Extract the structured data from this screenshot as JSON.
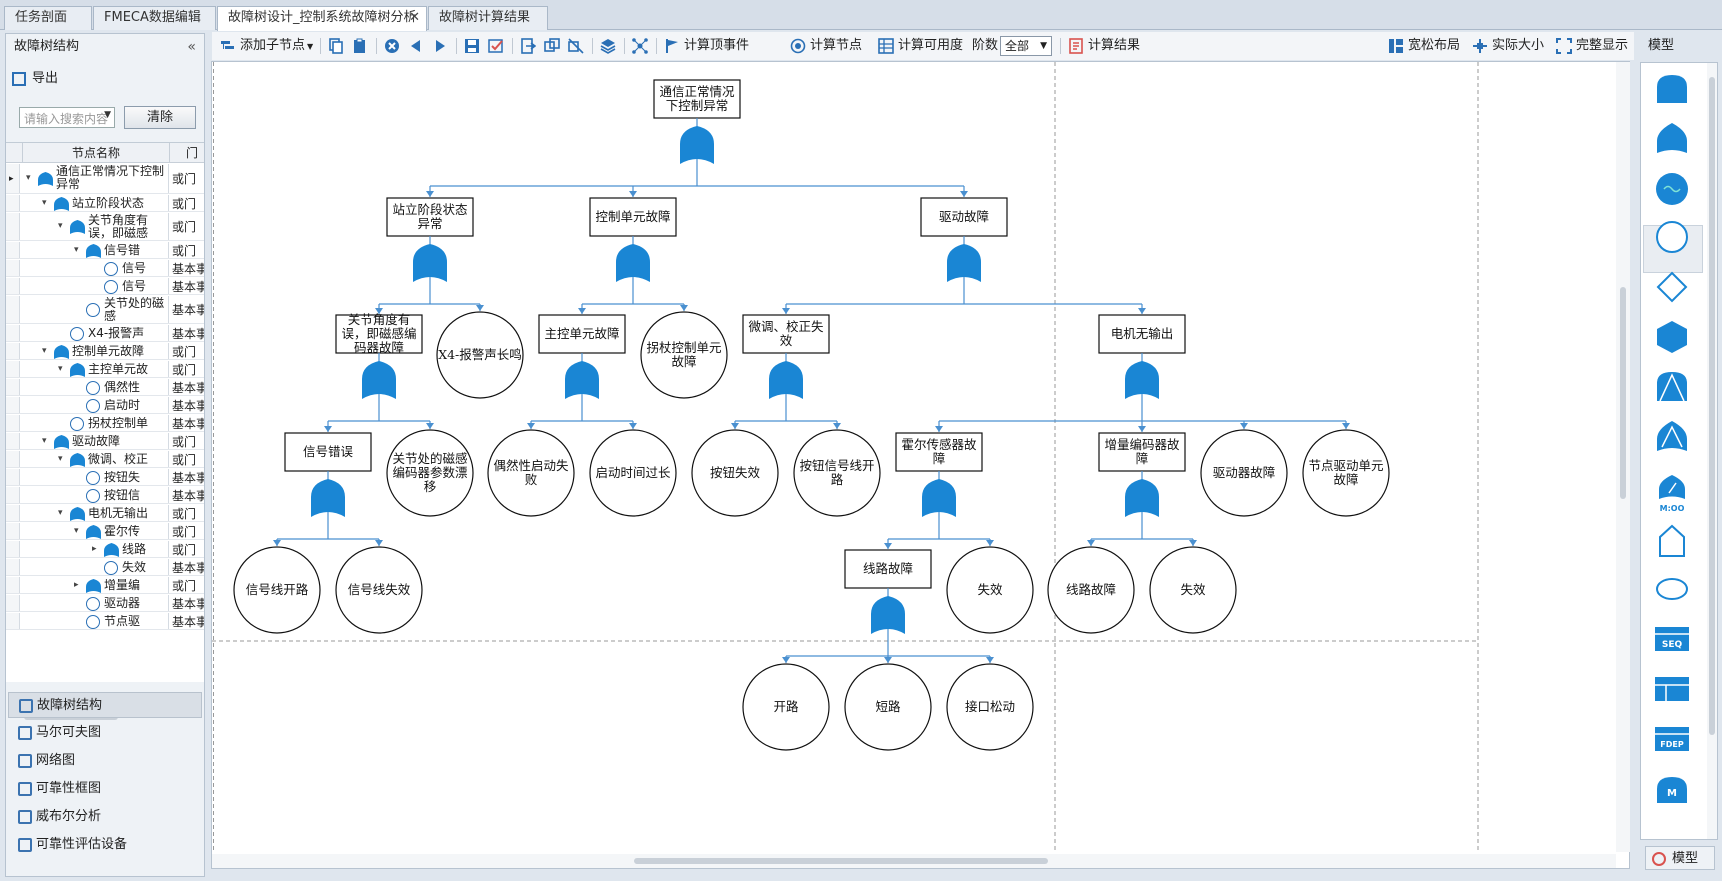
{
  "tabs": [
    {
      "label": "任务剖面",
      "active": false
    },
    {
      "label": "FMECA数据编辑",
      "active": false
    },
    {
      "label": "故障树设计_控制系统故障树分析",
      "active": true,
      "close": "✕"
    },
    {
      "label": "故障树计算结果",
      "active": false
    }
  ],
  "left_panel": {
    "title": "故障树结构",
    "collapse": "«",
    "export_label": "导出",
    "search_placeholder": "请输入搜索内容",
    "clear_label": "清除",
    "columns": [
      "节点名称",
      "门"
    ],
    "rows": [
      {
        "label": "通信正常情况下控制异常",
        "type": "或门",
        "icon": "gate",
        "level": 0,
        "expand": "▾",
        "selected": true
      },
      {
        "label": "站立阶段状态",
        "type": "或门",
        "icon": "gate",
        "level": 1,
        "expand": "▾"
      },
      {
        "label": "关节角度有误，即磁感",
        "type": "或门",
        "icon": "gate",
        "level": 2,
        "expand": "▾"
      },
      {
        "label": "信号错",
        "type": "或门",
        "icon": "gate",
        "level": 3,
        "expand": "▾"
      },
      {
        "label": "信号",
        "type": "基本事",
        "icon": "circle",
        "level": 4
      },
      {
        "label": "信号",
        "type": "基本事",
        "icon": "circle",
        "level": 4
      },
      {
        "label": "关节处的磁感",
        "type": "基本事",
        "icon": "circle",
        "level": 3
      },
      {
        "label": "X4-报警声",
        "type": "基本事",
        "icon": "circle",
        "level": 2
      },
      {
        "label": "控制单元故障",
        "type": "或门",
        "icon": "gate",
        "level": 1,
        "expand": "▾"
      },
      {
        "label": "主控单元故",
        "type": "或门",
        "icon": "gate",
        "level": 2,
        "expand": "▾"
      },
      {
        "label": "偶然性",
        "type": "基本事",
        "icon": "circle",
        "level": 3
      },
      {
        "label": "启动时",
        "type": "基本事",
        "icon": "circle",
        "level": 3
      },
      {
        "label": "拐杖控制单",
        "type": "基本事",
        "icon": "circle",
        "level": 2
      },
      {
        "label": "驱动故障",
        "type": "或门",
        "icon": "gate",
        "level": 1,
        "expand": "▾"
      },
      {
        "label": "微调、校正",
        "type": "或门",
        "icon": "gate",
        "level": 2,
        "expand": "▾"
      },
      {
        "label": "按钮失",
        "type": "基本事",
        "icon": "circle",
        "level": 3
      },
      {
        "label": "按钮信",
        "type": "基本事",
        "icon": "circle",
        "level": 3
      },
      {
        "label": "电机无输出",
        "type": "或门",
        "icon": "gate",
        "level": 2,
        "expand": "▾"
      },
      {
        "label": "霍尔传",
        "type": "或门",
        "icon": "gate",
        "level": 3,
        "expand": "▾"
      },
      {
        "label": "线路",
        "type": "或门",
        "icon": "gate",
        "level": 4,
        "expand": "▸"
      },
      {
        "label": "失效",
        "type": "基本事",
        "icon": "circle",
        "level": 4
      },
      {
        "label": "增量编",
        "type": "或门",
        "icon": "gate",
        "level": 3,
        "expand": "▸"
      },
      {
        "label": "驱动器",
        "type": "基本事",
        "icon": "circle",
        "level": 3
      },
      {
        "label": "节点驱",
        "type": "基本事",
        "icon": "circle",
        "level": 3
      }
    ],
    "nav": [
      {
        "label": "故障树结构",
        "active": true
      },
      {
        "label": "马尔可夫图",
        "active": false
      },
      {
        "label": "网络图",
        "active": false
      },
      {
        "label": "可靠性框图",
        "active": false
      },
      {
        "label": "威布尔分析",
        "active": false
      },
      {
        "label": "可靠性评估设备",
        "active": false
      }
    ]
  },
  "toolbar": {
    "add_child": "添加子节点",
    "calc_top": "计算顶事件",
    "calc_node": "计算节点",
    "calc_avail": "计算可用度",
    "level_label": "阶数",
    "level_value": "全部",
    "calc_result": "计算结果",
    "loose_layout": "宽松布局",
    "actual_size": "实际大小",
    "full_display": "完整显示"
  },
  "palette": {
    "title": "模型",
    "tab_label": "模型",
    "items": [
      "or-gate-icon",
      "and-gate-icon",
      "transfer-icon",
      "basic-event-icon",
      "undeveloped-icon",
      "house-icon",
      "priority-and-icon",
      "inhibit-icon",
      "voting-gate-icon",
      "pentagon-icon",
      "conditional-icon",
      "seq-icon",
      "spare-icon",
      "fdep-icon",
      "markov-icon"
    ],
    "seq_text": "SEQ",
    "fdep_text": "FDEP",
    "m_text": "M",
    "moo_text": "M:OO"
  },
  "tree": {
    "nodes": [
      {
        "id": "top",
        "label": [
          "通信正常情况",
          "下控制异常"
        ],
        "shape": "rect",
        "gate": true
      },
      {
        "id": "n1",
        "label": [
          "站立阶段状态",
          "异常"
        ],
        "shape": "rect",
        "gate": true
      },
      {
        "id": "n2",
        "label": [
          "控制单元故障"
        ],
        "shape": "rect",
        "gate": true
      },
      {
        "id": "n3",
        "label": [
          "驱动故障"
        ],
        "shape": "rect",
        "gate": true
      },
      {
        "id": "n11",
        "label": [
          "关节角度有",
          "误，即磁感编",
          "码器故障"
        ],
        "shape": "rect",
        "gate": true
      },
      {
        "id": "n12",
        "label": [
          "X4-报警声长鸣"
        ],
        "shape": "circle"
      },
      {
        "id": "n21",
        "label": [
          "主控单元故障"
        ],
        "shape": "rect",
        "gate": true
      },
      {
        "id": "n22",
        "label": [
          "拐杖控制单元",
          "故障"
        ],
        "shape": "circle"
      },
      {
        "id": "n31",
        "label": [
          "微调、校正失",
          "效"
        ],
        "shape": "rect",
        "gate": true
      },
      {
        "id": "n32",
        "label": [
          "电机无输出"
        ],
        "shape": "rect",
        "gate": true
      },
      {
        "id": "n111",
        "label": [
          "信号错误"
        ],
        "shape": "rect",
        "gate": true
      },
      {
        "id": "n112",
        "label": [
          "关节处的磁感",
          "编码器参数漂",
          "移"
        ],
        "shape": "circle"
      },
      {
        "id": "n211",
        "label": [
          "偶然性启动失",
          "败"
        ],
        "shape": "circle"
      },
      {
        "id": "n212",
        "label": [
          "启动时间过长"
        ],
        "shape": "circle"
      },
      {
        "id": "n311",
        "label": [
          "按钮失效"
        ],
        "shape": "circle"
      },
      {
        "id": "n312",
        "label": [
          "按钮信号线开",
          "路"
        ],
        "shape": "circle"
      },
      {
        "id": "n321",
        "label": [
          "霍尔传感器故",
          "障"
        ],
        "shape": "rect",
        "gate": true
      },
      {
        "id": "n322",
        "label": [
          "增量编码器故",
          "障"
        ],
        "shape": "rect",
        "gate": true
      },
      {
        "id": "n323",
        "label": [
          "驱动器故障"
        ],
        "shape": "circle"
      },
      {
        "id": "n324",
        "label": [
          "节点驱动单元",
          "故障"
        ],
        "shape": "circle"
      },
      {
        "id": "n1111",
        "label": [
          "信号线开路"
        ],
        "shape": "circle"
      },
      {
        "id": "n1112",
        "label": [
          "信号线失效"
        ],
        "shape": "circle"
      },
      {
        "id": "n3211",
        "label": [
          "线路故障"
        ],
        "shape": "rect",
        "gate": true
      },
      {
        "id": "n3212",
        "label": [
          "失效"
        ],
        "shape": "circle"
      },
      {
        "id": "n3221",
        "label": [
          "线路故障"
        ],
        "shape": "circle"
      },
      {
        "id": "n3222",
        "label": [
          "失效"
        ],
        "shape": "circle"
      },
      {
        "id": "n32111",
        "label": [
          "开路"
        ],
        "shape": "circle"
      },
      {
        "id": "n32112",
        "label": [
          "短路"
        ],
        "shape": "circle"
      },
      {
        "id": "n32113",
        "label": [
          "接口松动"
        ],
        "shape": "circle"
      }
    ],
    "edges": [
      [
        "top",
        "n1"
      ],
      [
        "top",
        "n2"
      ],
      [
        "top",
        "n3"
      ],
      [
        "n1",
        "n11"
      ],
      [
        "n1",
        "n12"
      ],
      [
        "n2",
        "n21"
      ],
      [
        "n2",
        "n22"
      ],
      [
        "n3",
        "n31"
      ],
      [
        "n3",
        "n32"
      ],
      [
        "n11",
        "n111"
      ],
      [
        "n11",
        "n112"
      ],
      [
        "n21",
        "n211"
      ],
      [
        "n21",
        "n212"
      ],
      [
        "n31",
        "n311"
      ],
      [
        "n31",
        "n312"
      ],
      [
        "n32",
        "n321"
      ],
      [
        "n32",
        "n322"
      ],
      [
        "n32",
        "n323"
      ],
      [
        "n32",
        "n324"
      ],
      [
        "n111",
        "n1111"
      ],
      [
        "n111",
        "n1112"
      ],
      [
        "n321",
        "n3211"
      ],
      [
        "n321",
        "n3212"
      ],
      [
        "n322",
        "n3221"
      ],
      [
        "n322",
        "n3222"
      ],
      [
        "n3211",
        "n32111"
      ],
      [
        "n3211",
        "n32112"
      ],
      [
        "n3211",
        "n32113"
      ]
    ],
    "gate_color": "#1a86d4",
    "edge_color": "#4a90d0"
  }
}
